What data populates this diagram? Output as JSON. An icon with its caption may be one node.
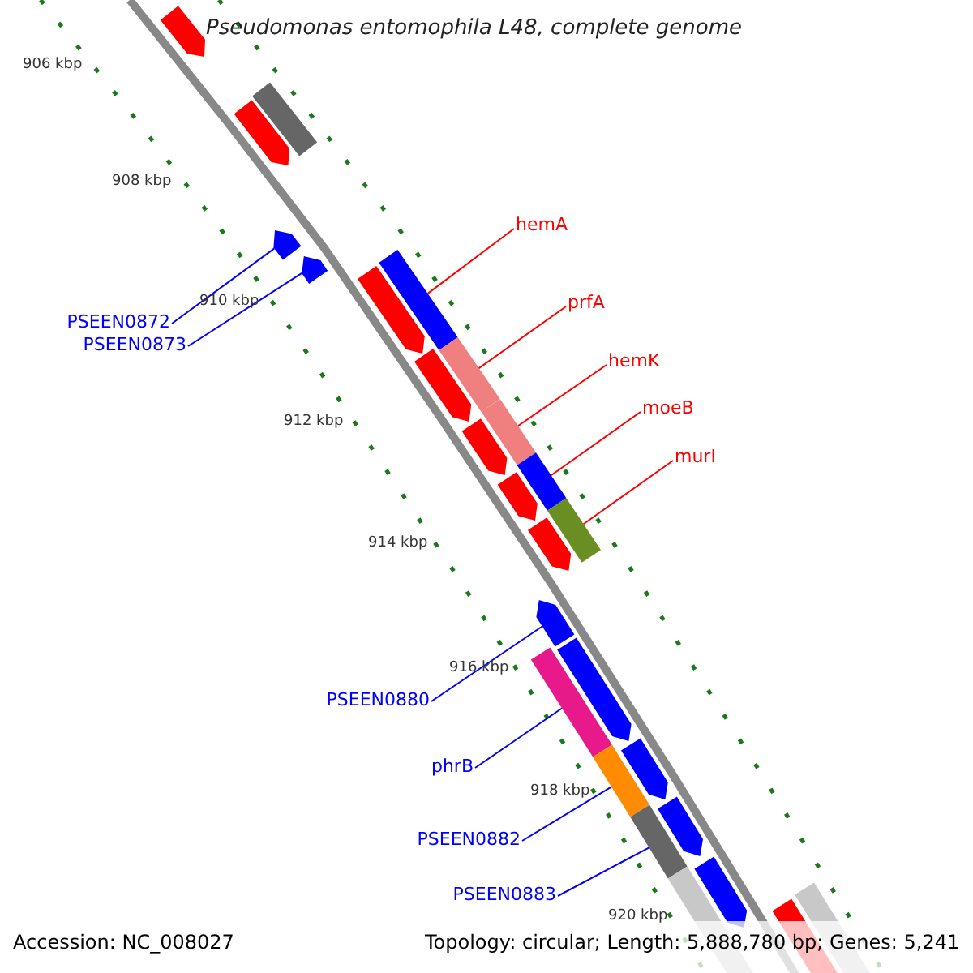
{
  "diagram": {
    "title": "Pseudomonas entomophila L48, complete genome",
    "nodes": [
      {
        "text": [
          "hemA"
        ]
      },
      {
        "text": [
          "prfA"
        ]
      },
      {
        "text": [
          "hemK"
        ]
      },
      {
        "text": [
          "moeB"
        ]
      },
      {
        "text": [
          "murI"
        ]
      },
      {
        "text": [
          "PSEEN0872"
        ]
      },
      {
        "text": [
          "PSEEN0873"
        ]
      },
      {
        "text": [
          "PSEEN0880"
        ]
      },
      {
        "text": [
          "phrB"
        ]
      },
      {
        "text": [
          "PSEEN0882"
        ]
      },
      {
        "text": [
          "PSEEN0883"
        ]
      },
      {
        "text": [],
        "shape": "bar"
      },
      {
        "text": [],
        "shape": "bar"
      },
      {
        "text": [],
        "shape": "bar"
      },
      {
        "text": [],
        "shape": "bar"
      },
      {
        "text": [],
        "shape": "bar"
      },
      {
        "text": [],
        "shape": "bar"
      },
      {
        "text": [],
        "shape": "bar"
      },
      {
        "text": [],
        "shape": "bar"
      },
      {
        "text": [],
        "shape": "bar"
      },
      {
        "text": [],
        "shape": "bar"
      },
      {
        "text": [],
        "shape": "bar"
      },
      {
        "text": [],
        "shape": "bar"
      },
      {
        "text": [],
        "shape": "bar"
      },
      {
        "text": [],
        "shape": "bar"
      },
      {
        "text": [],
        "shape": "bar"
      },
      {
        "text": [],
        "shape": "bar"
      },
      {
        "text": [],
        "shape": "bar"
      },
      {
        "text": [],
        "shape": "bar"
      },
      {
        "text": [],
        "shape": "bar"
      },
      {
        "text": [],
        "shape": "bar"
      },
      {
        "text": [],
        "shape": "bar"
      },
      {
        "text": [],
        "shape": "bar"
      },
      {
        "text": [],
        "shape": "bar"
      },
      {
        "text": [],
        "shape": "bar"
      },
      {
        "text": [],
        "shape": "bar"
      },
      {
        "text": [],
        "shape": "bar"
      }
    ],
    "edges": [
      {
        "from": 0,
        "to": 16,
        "arrow": "none",
        "color": "#ff0000"
      },
      {
        "from": 1,
        "to": 18,
        "arrow": "none",
        "color": "#ff0000"
      },
      {
        "from": 2,
        "to": 20,
        "arrow": "none",
        "color": "#ff0000"
      },
      {
        "from": 3,
        "to": 22,
        "arrow": "none",
        "color": "#ff0000"
      },
      {
        "from": 4,
        "to": 24,
        "arrow": "none",
        "color": "#ff0000"
      },
      {
        "from": 5,
        "to": 14,
        "arrow": "none"
      },
      {
        "from": 6,
        "to": 15,
        "arrow": "none"
      },
      {
        "from": 7,
        "to": 26,
        "arrow": "none"
      },
      {
        "from": 8,
        "to": 28,
        "arrow": "none"
      },
      {
        "from": 9,
        "to": 30,
        "arrow": "none"
      },
      {
        "from": 10,
        "to": 32,
        "arrow": "none"
      }
    ],
    "labels": [
      "906 kbp",
      "908 kbp",
      "910 kbp",
      "912 kbp",
      "914 kbp",
      "916 kbp",
      "918 kbp",
      "920 kbp",
      "Accession: NC_008027",
      "Topology: circular; Length: 5,888,780 bp; Genes: 5,241"
    ]
  }
}
